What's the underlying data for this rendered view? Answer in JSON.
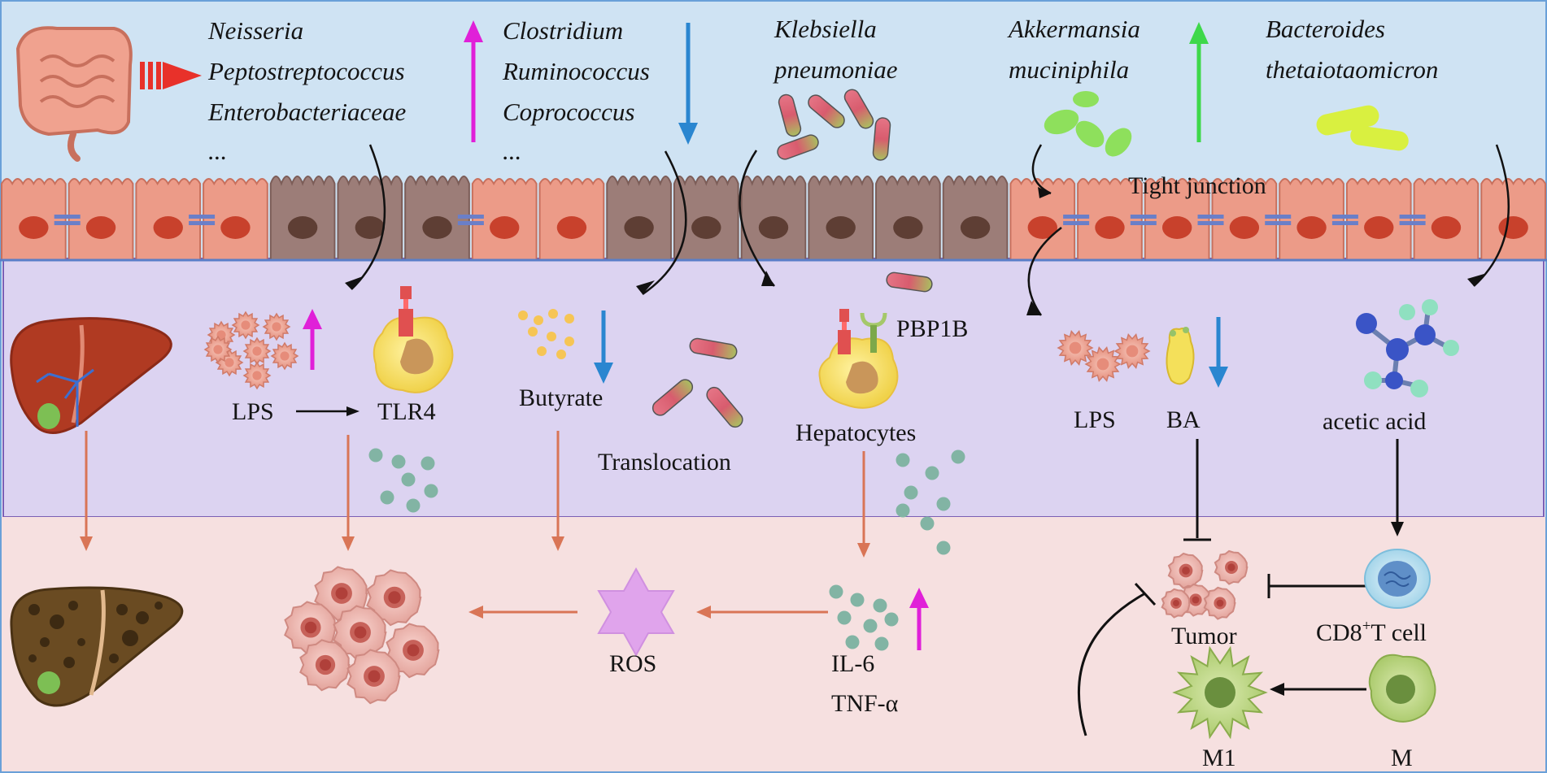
{
  "top_band": {
    "group1": {
      "species": [
        "Neisseria",
        "Peptostreptococcus",
        "Enterobacteriaceae",
        "..."
      ],
      "trend": "up",
      "trend_color": "#e020d8"
    },
    "group2": {
      "species": [
        "Clostridium",
        "Ruminococcus",
        "Coprococcus",
        "..."
      ],
      "trend": "down",
      "trend_color": "#2a86d0"
    },
    "group3": {
      "species": [
        "Klebsiella",
        "pneumoniae"
      ]
    },
    "group4": {
      "species": [
        "Akkermansia",
        "muciniphila"
      ],
      "trend": "up",
      "trend_color": "#3ed84a"
    },
    "group5": {
      "species": [
        "Bacteroides",
        "thetaiotaomicron"
      ]
    },
    "tight_junction_label": "Tight junction"
  },
  "middle_band": {
    "lps_label": "LPS",
    "tlr4_label": "TLR4",
    "butyrate_label": "Butyrate",
    "translocation_label": "Translocation",
    "pbp1b_label": "PBP1B",
    "hepatocytes_label": "Hepatocytes",
    "lps2_label": "LPS",
    "ba_label": "BA",
    "acetic_acid_label": "acetic acid"
  },
  "bottom_band": {
    "ros_label": "ROS",
    "il6_label": "IL-6",
    "tnf_label": "TNF-α",
    "tumor_label": "Tumor",
    "cd8_label": {
      "pre": "CD8",
      "sup": "+",
      "post": "T cell"
    },
    "m1_label": "M1",
    "m_label": "M"
  },
  "colors": {
    "top_band": "#cfe3f3",
    "middle_band": "#dcd3f1",
    "bottom_band": "#f6e0e0",
    "up_arrow": "#e020d8",
    "down_arrow": "#2a86d0",
    "green_arrow": "#3ed84a",
    "flow_arrow": "#d97556",
    "epithelium": "#ec9b88",
    "goblet": "#9c7d78",
    "liver": "#b03a22",
    "cirrhotic_liver": "#6a4b22"
  }
}
